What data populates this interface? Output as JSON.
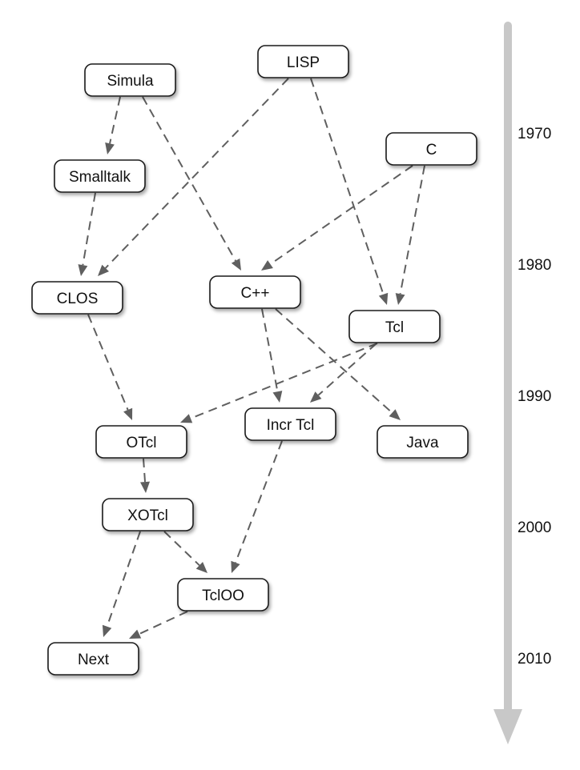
{
  "nodes": [
    {
      "id": "simula",
      "label": "Simula"
    },
    {
      "id": "lisp",
      "label": "LISP"
    },
    {
      "id": "c",
      "label": "C"
    },
    {
      "id": "smalltalk",
      "label": "Smalltalk"
    },
    {
      "id": "clos",
      "label": "CLOS"
    },
    {
      "id": "cpp",
      "label": "C++"
    },
    {
      "id": "tcl",
      "label": "Tcl"
    },
    {
      "id": "otcl",
      "label": "OTcl"
    },
    {
      "id": "incrtcl",
      "label": "Incr Tcl"
    },
    {
      "id": "java",
      "label": "Java"
    },
    {
      "id": "xotcl",
      "label": "XOTcl"
    },
    {
      "id": "tcloo",
      "label": "TclOO"
    },
    {
      "id": "next",
      "label": "Next"
    }
  ],
  "edges": [
    {
      "from": "simula",
      "to": "smalltalk"
    },
    {
      "from": "simula",
      "to": "cpp"
    },
    {
      "from": "lisp",
      "to": "clos"
    },
    {
      "from": "lisp",
      "to": "tcl"
    },
    {
      "from": "c",
      "to": "cpp"
    },
    {
      "from": "c",
      "to": "tcl"
    },
    {
      "from": "smalltalk",
      "to": "clos"
    },
    {
      "from": "clos",
      "to": "otcl"
    },
    {
      "from": "cpp",
      "to": "incrtcl"
    },
    {
      "from": "cpp",
      "to": "java"
    },
    {
      "from": "tcl",
      "to": "otcl"
    },
    {
      "from": "tcl",
      "to": "incrtcl"
    },
    {
      "from": "otcl",
      "to": "xotcl"
    },
    {
      "from": "xotcl",
      "to": "tcloo"
    },
    {
      "from": "xotcl",
      "to": "next"
    },
    {
      "from": "incrtcl",
      "to": "tcloo"
    },
    {
      "from": "tcloo",
      "to": "next"
    }
  ],
  "timeline": {
    "years": [
      "1970",
      "1980",
      "1990",
      "2000",
      "2010"
    ]
  }
}
